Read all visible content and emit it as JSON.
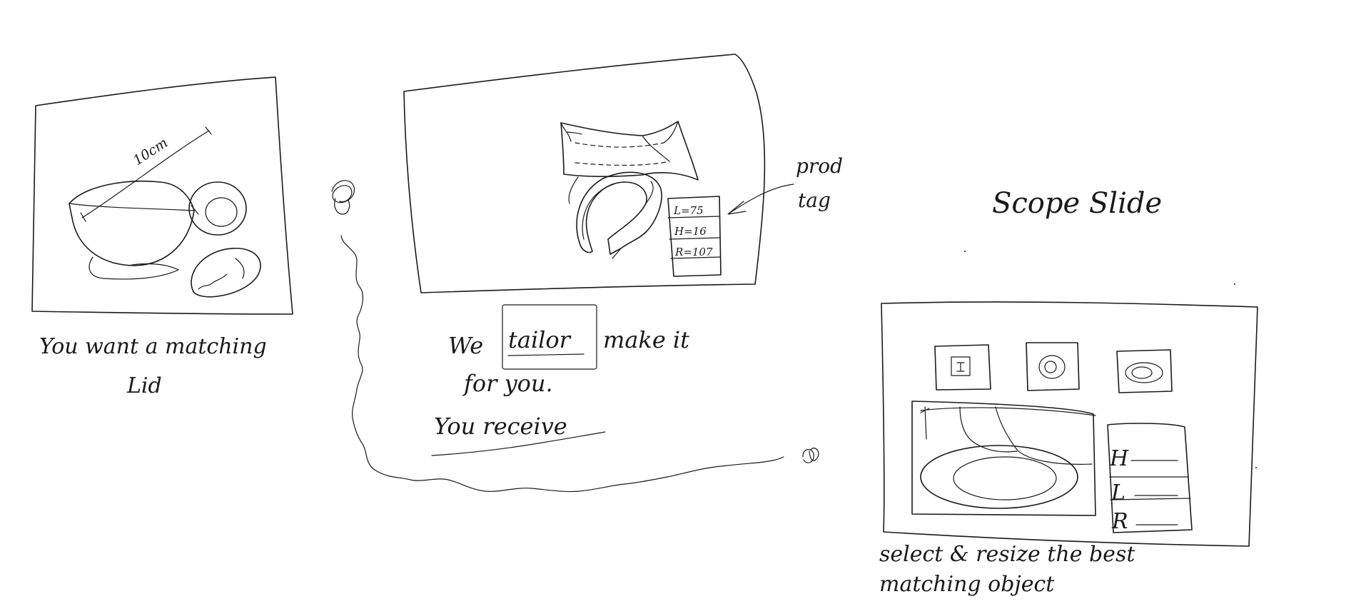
{
  "panel1": {
    "dimension_label": "10cm",
    "caption_line1": "You want a matching",
    "caption_line2": "Lid"
  },
  "panel2": {
    "tag_rows": [
      "L=75",
      "H=16",
      "R=107"
    ],
    "callout_line1": "prod",
    "callout_line2": "tag",
    "caption_we": "We",
    "caption_tailor": "tailor",
    "caption_make": "make it",
    "caption_line2": "for you.",
    "caption_receive": "You receive"
  },
  "panel3": {
    "title": "Scope Slide",
    "field_labels": [
      "H",
      "L",
      "R"
    ],
    "caption_line1": "select & resize the best",
    "caption_line2": "matching object"
  }
}
